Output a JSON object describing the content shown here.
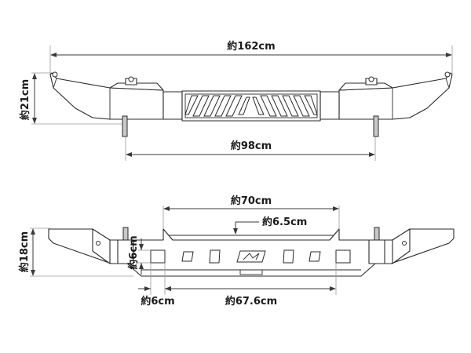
{
  "top_view": {
    "overall_width_label": "約162cm",
    "height_label": "約21cm",
    "step_width_label": "約98cm"
  },
  "front_view": {
    "center_width_label": "約70cm",
    "recess_depth_label": "約6.5cm",
    "height_label": "約18cm",
    "hole_height_label": "約6cm",
    "hole_width_label": "約6cm",
    "hole_spacing_label": "約67.6cm"
  },
  "colors": {
    "line": "#2a2a2a",
    "dimension": "#3a3a3a",
    "fill": "#ffffff"
  }
}
